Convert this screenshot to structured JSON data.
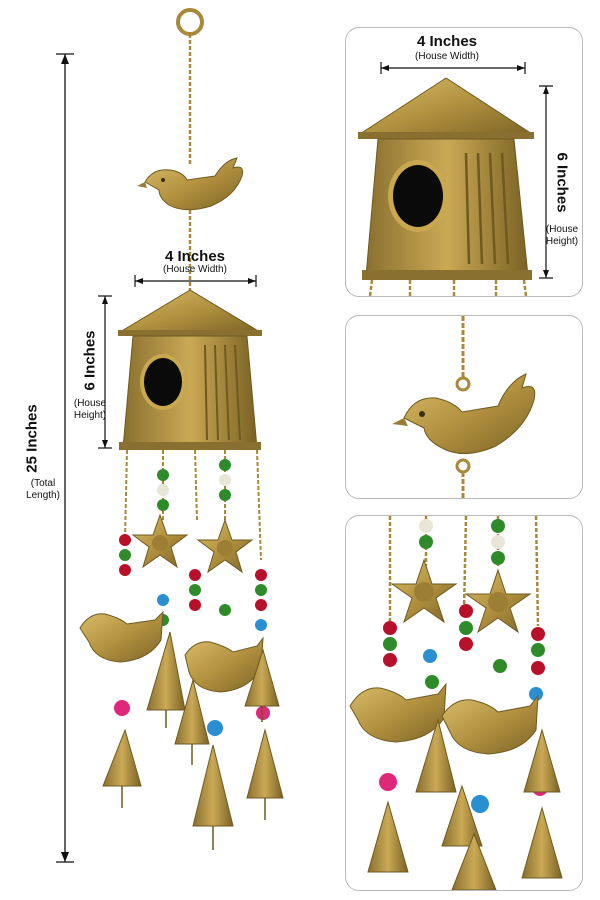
{
  "total_length": {
    "value": "25 Inches",
    "sub": "(Total",
    "sub2": "Length)"
  },
  "main_width": {
    "value": "4 Inches",
    "sub": "(House Width)"
  },
  "main_height": {
    "value": "6 Inches",
    "sub": "(House",
    "sub2": "Height)"
  },
  "detail_width": {
    "value": "4 Inches",
    "sub": "(House Width)"
  },
  "detail_height": {
    "value": "6 Inches",
    "sub": "(House",
    "sub2": "Height)"
  },
  "colors": {
    "brass": "#b89a45",
    "brass_dark": "#7a6324",
    "bead_red": "#b8102a",
    "bead_green": "#2f8a2a",
    "bead_blue": "#2a8fd0",
    "bead_pink": "#e0287a",
    "panel_border": "#b9b9b9"
  }
}
